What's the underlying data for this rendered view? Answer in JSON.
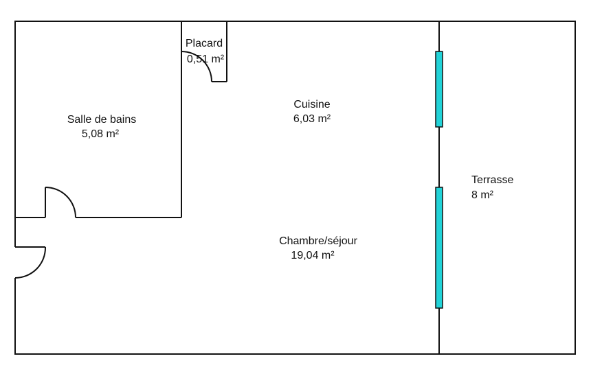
{
  "colors": {
    "wall": "#111111",
    "window": "#22d3d8",
    "background": "#ffffff"
  },
  "rooms": {
    "placard": {
      "name": "Placard",
      "area": "0,51  m²"
    },
    "cuisine": {
      "name": "Cuisine",
      "area": "6,03  m²"
    },
    "salle_de_bains": {
      "name": "Salle de bains",
      "area": "5,08  m²"
    },
    "terrasse": {
      "name": "Terrasse",
      "area": "8  m²"
    },
    "chambre_sejour": {
      "name": "Chambre/séjour",
      "area": "19,04  m²"
    }
  }
}
